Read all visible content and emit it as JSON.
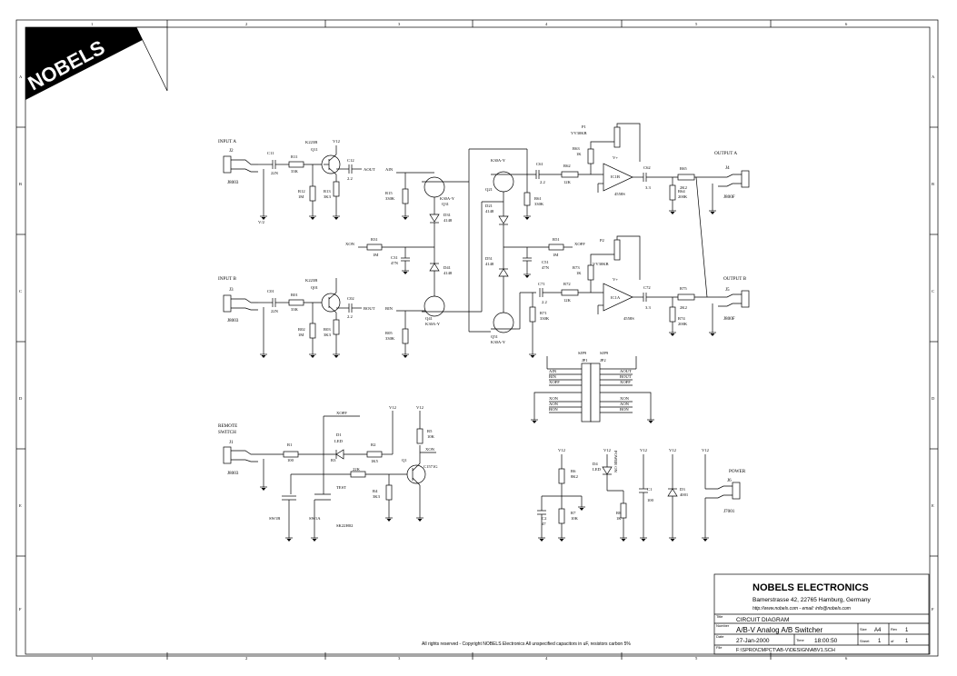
{
  "logo": {
    "text": "NOBELS"
  },
  "grid": {
    "columns": [
      "1",
      "2",
      "3",
      "4",
      "5",
      "6"
    ],
    "rows": [
      "A",
      "B",
      "C",
      "D",
      "E",
      "F"
    ]
  },
  "components": {
    "input_a": "INPUT A",
    "input_b": "INPUT B",
    "remote": "REMOTE",
    "switch": "SWITCH",
    "output_a": "OUTPUT A",
    "output_b": "OUTPUT B",
    "power": "POWER",
    "j2": "J2",
    "j3": "J3",
    "j1": "J1",
    "j4": "J4",
    "j5": "J5",
    "j6": "J6",
    "j8003a": "J8003",
    "j8003b": "J8003",
    "j8003c": "J8003",
    "j800fa": "J800F",
    "j800fb": "J800F",
    "j7001": "J7001",
    "c11": "C11",
    "c11v": "22N",
    "r11": "R11",
    "r11v": "33K",
    "q11": "Q11",
    "q11t": "K223B",
    "c12": "C12",
    "c12v": "2.2",
    "r12": "R12",
    "r12v": "1M",
    "r13": "R13",
    "r13v": "3K3",
    "c01": "C01",
    "c01v": "22N",
    "r01": "R01",
    "r01v": "33K",
    "q01": "Q01",
    "q01t": "K223B",
    "c02": "C02",
    "c02v": "2.2",
    "r02": "R02",
    "r02v": "1M",
    "r03": "R03",
    "r03v": "3K3",
    "q31": "Q31",
    "q31t": "K30A-Y",
    "q41": "Q41",
    "q41t": "K30A-Y",
    "q21": "Q21",
    "q21t": "K30A-Y",
    "q51": "Q51",
    "q51t": "K30A-Y",
    "r15": "R15",
    "r15v": "330K",
    "r05": "R05",
    "r05v": "330K",
    "d31": "D31",
    "d31v": "4148",
    "d41": "D41",
    "d41v": "4148",
    "d21": "D21",
    "d21v": "4148",
    "d51": "D51",
    "d51v": "4148",
    "r31": "R31",
    "r31v": "1M",
    "c31": "C31",
    "c31v": "47N",
    "c61": "C61",
    "c61v": "2.2",
    "r61": "R61",
    "r61v": "330K",
    "r51": "R51",
    "r51v": "1M",
    "c51": "C51",
    "c51v": "47N",
    "c71": "C71",
    "c71v": "2.2",
    "r71": "R71",
    "r71v": "330K",
    "p1": "P1",
    "p1v": "VV30KB",
    "p2": "P2",
    "p2v": "VV30KB",
    "r63": "R63",
    "r63v": "1K",
    "r62": "R62",
    "r62v": "12K",
    "r73": "R73",
    "r73v": "1K",
    "r72": "R72",
    "r72v": "12K",
    "ic1b": "IC1B",
    "ic1a": "IC1A",
    "opamp": "4558S",
    "opamp2": "4558S",
    "c62": "C62",
    "c62v": "3.3",
    "c72": "C72",
    "c72v": "3.3",
    "r65": "R65",
    "r65v": "2K2",
    "r64": "R64",
    "r64v": "200K",
    "r75": "R75",
    "r75v": "2K2",
    "r74": "R74",
    "r74v": "200K",
    "jp1": "JP1",
    "jp2": "JP2",
    "sjp1": "SJP9",
    "sjp2": "SJP9",
    "r1": "R1",
    "r1v": "100",
    "d1": "D1",
    "d1v": "LED",
    "r2": "R2",
    "r2v": "1K5",
    "r3": "R3",
    "r3v": "22K",
    "r4": "R4",
    "r4v": "3K3",
    "r5": "R5",
    "r5v": "10K",
    "q1": "Q1",
    "q1v": "C1571G",
    "sw1b": "SW1B",
    "sw1a": "SW1A",
    "test": "TEST",
    "sk": "SK22H02",
    "r6": "R6",
    "r6v": "8K2",
    "r7": "R7",
    "r7v": "10K",
    "r8": "R8",
    "r8v": "1K",
    "d4": "D4",
    "d4v": "LED",
    "c1": "C1",
    "c1v": "100",
    "c2": "C2",
    "c2v": "47",
    "d3": "D3",
    "d3v": "4001",
    "power_on": "POWER ON",
    "aon": "AON",
    "bon": "BON",
    "xon": "XON",
    "xoff": "XOFF",
    "aout": "AOUT",
    "bout": "BOUT",
    "ain": "AIN",
    "bin": "BIN",
    "v2": "V/2",
    "vplus": "V+",
    "v12": "V12"
  },
  "footer": {
    "copyright": "All rights reserved - Copyright NOBELS Electronics  All unspecified capacitors in uF, resistors carbon 5%"
  },
  "title_block": {
    "company": "NOBELS ELECTRONICS",
    "address": "Bamerstrasse 42, 22765 Hamburg, Germany",
    "web": "http://www.nobels.com - email: info@nobels.com",
    "title_label": "Title",
    "title": "CIRCUIT DIAGRAM",
    "number_label": "Number",
    "number": "A/B-V Analog A/B Switcher",
    "size_label": "Size",
    "size": "A4",
    "rev_label": "Rev",
    "rev": "1",
    "date_label": "Date",
    "date": "27-Jan-2000",
    "time_label": "Time",
    "time": "18:00:50",
    "sheet_label": "Sheet",
    "sheet": "1",
    "of_label": "of",
    "of": "1",
    "file_label": "File",
    "file": "F:\\SPRO\\CMPCT\\AB-V\\DESIGN\\ABV1.SCH"
  }
}
